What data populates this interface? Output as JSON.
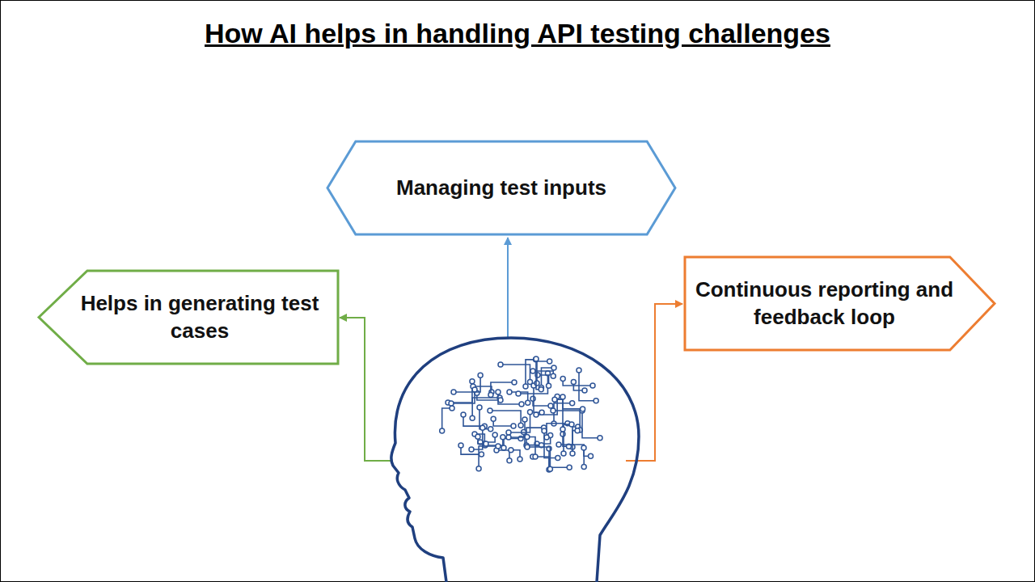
{
  "diagram": {
    "title": "How AI helps in handling API testing challenges",
    "nodes": [
      {
        "text": [
          "Managing test inputs"
        ]
      },
      {
        "text": [
          "Helps in generating test cases"
        ]
      },
      {
        "text": [
          "Continuous reporting and feedback loop"
        ]
      }
    ]
  }
}
